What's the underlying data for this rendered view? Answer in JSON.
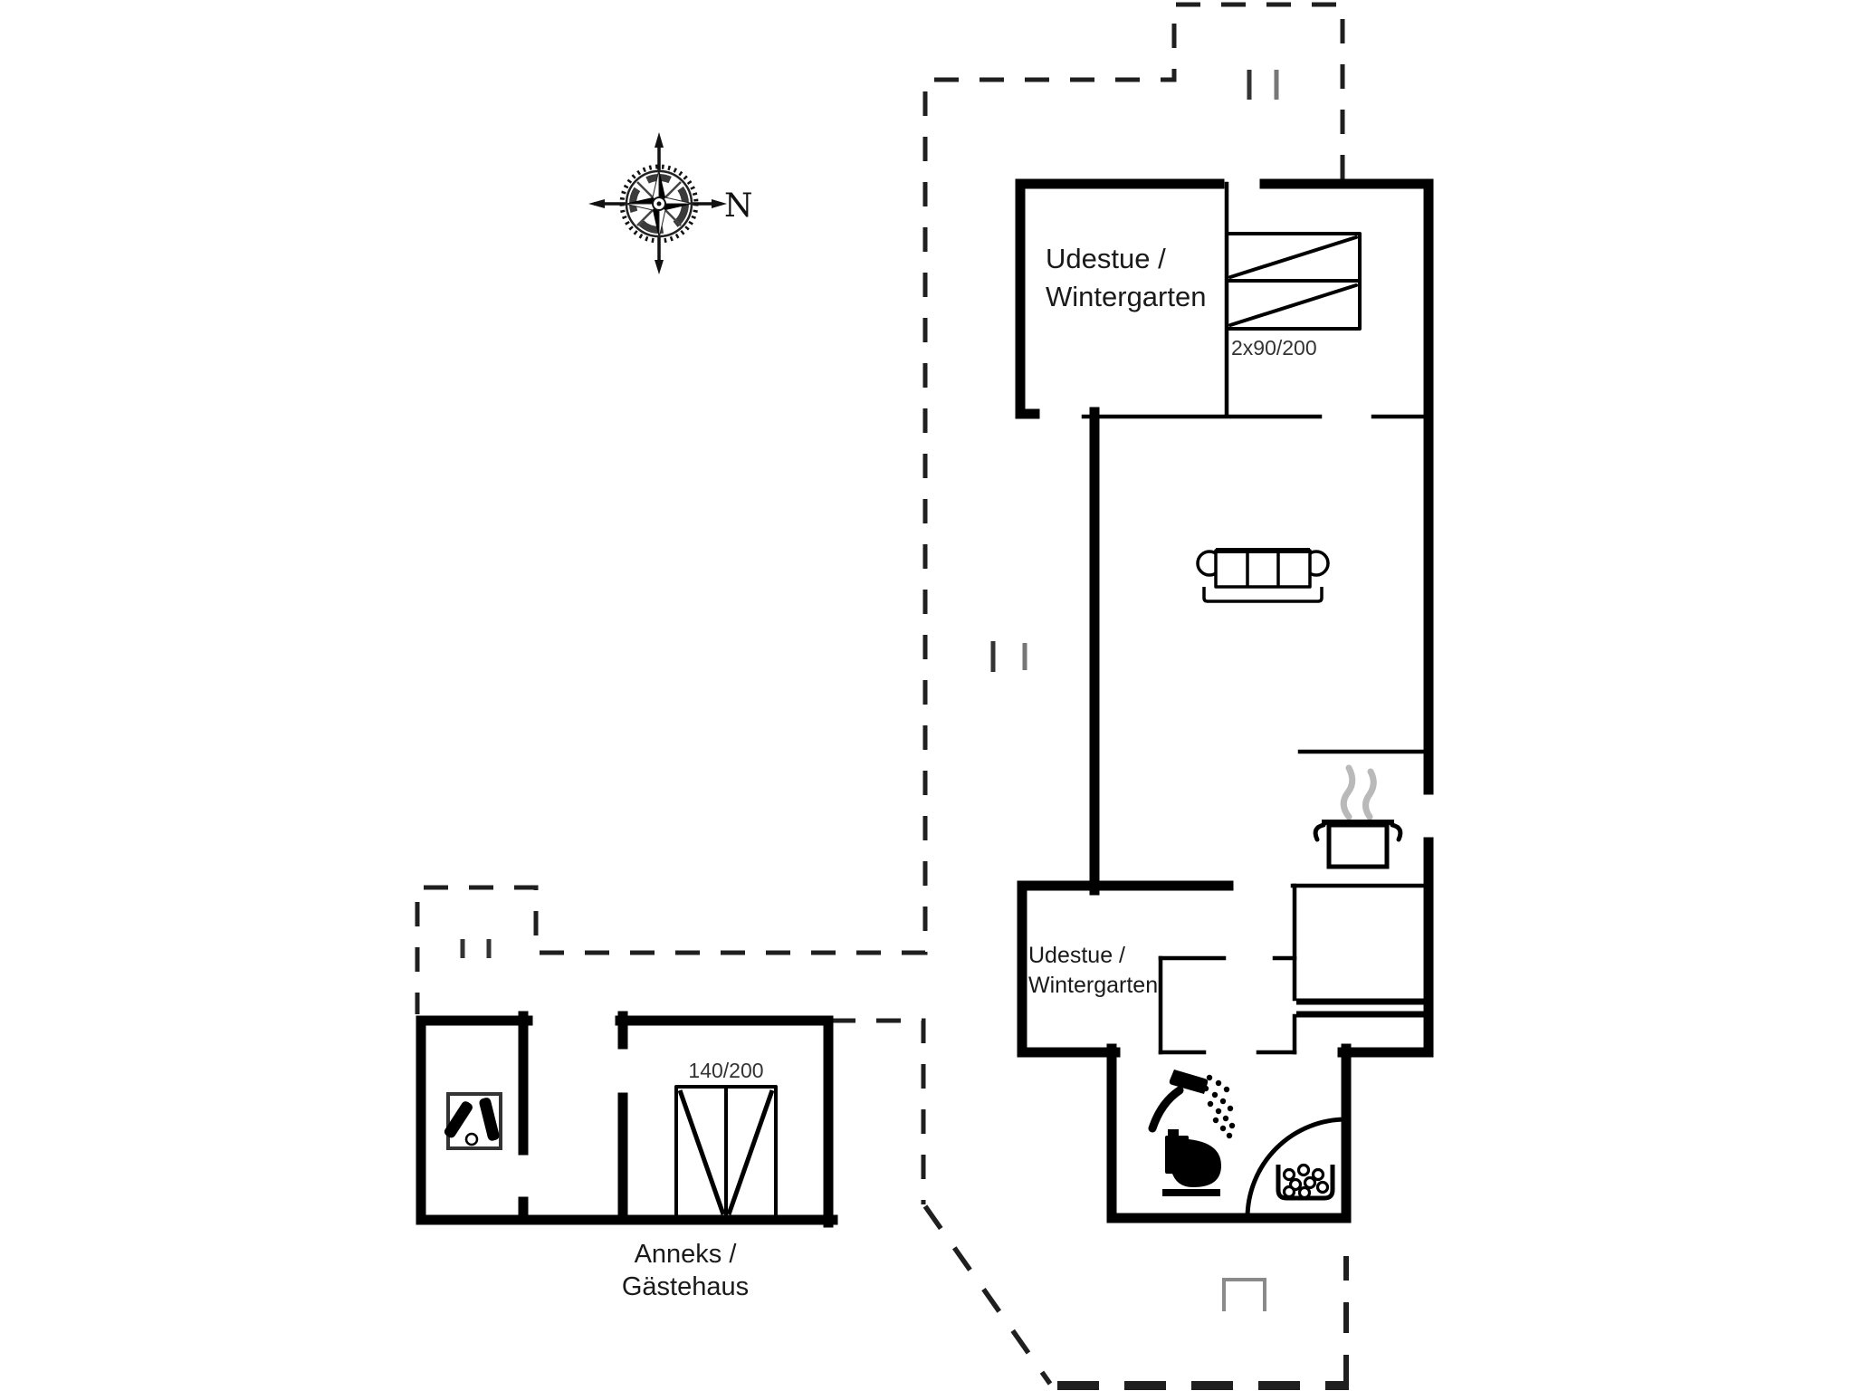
{
  "page": {
    "background": "#ffffff",
    "type": "floor-plan"
  },
  "colors": {
    "wall": "#000000",
    "boundary": "#1f1f1f",
    "steam": "#b9b9b9",
    "muted": "#8a8a8a",
    "text": "#1a1a1a"
  },
  "compass": {
    "label": "N"
  },
  "main_house": {
    "room_top": {
      "label_line1": "Udestue /",
      "label_line2": "Wintergarten"
    },
    "bedroom_top": {
      "bed_label": "2x90/200"
    },
    "room_lower": {
      "label_line1": "Udestue /",
      "label_line2": "Wintergarten"
    }
  },
  "annex": {
    "label_line1": "Anneks /",
    "label_line2": "Gästehaus",
    "bed_label": "140/200"
  },
  "icons": {
    "compass": "compass-rose-icon",
    "sofa": "sofa-icon",
    "stove": "cooking-pot-icon",
    "steam": "steam-icon",
    "shower": "shower-head-icon",
    "toilet": "toilet-icon",
    "shower_basin": "shower-basin-icon",
    "bottles": "bottles-crate-icon",
    "bunk_beds": "twin-beds-icon",
    "double_bed": "double-bed-icon"
  }
}
